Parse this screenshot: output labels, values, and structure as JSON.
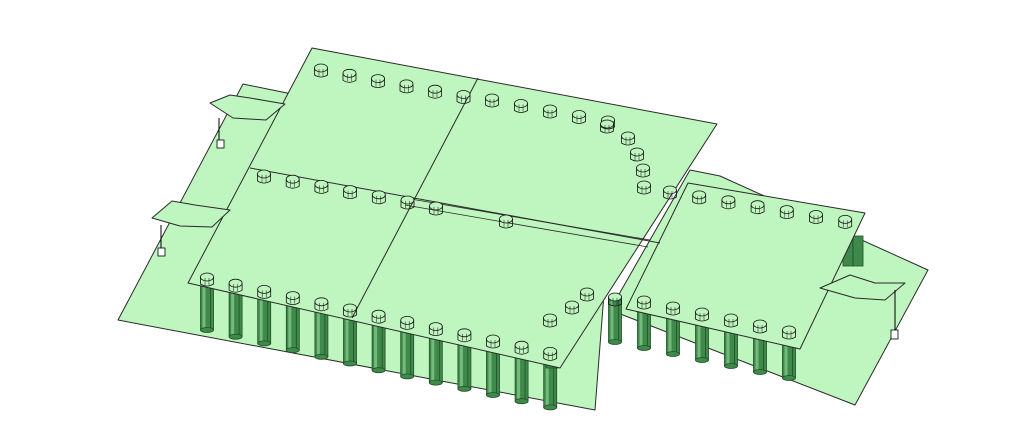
{
  "model_view": {
    "colors": {
      "slab_fill": "#bff5bf",
      "slab_stroke": "#2a2a2a",
      "column_fill": "#3f8a4a",
      "column_dark": "#1f4f28",
      "column_light": "#8ccf93",
      "background": "#ffffff"
    },
    "markers": [
      {
        "label": "",
        "name": "level-marker-left-upper"
      },
      {
        "label": "",
        "name": "level-marker-left-lower"
      },
      {
        "label": "",
        "name": "level-marker-right"
      }
    ]
  }
}
